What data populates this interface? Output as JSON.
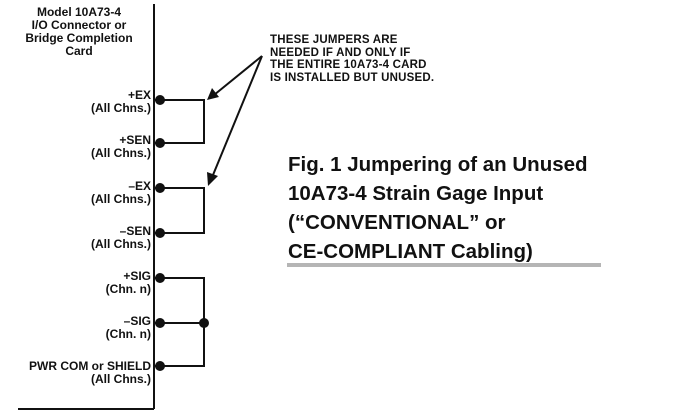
{
  "card": {
    "title_lines": [
      "Model 10A73-4",
      "I/O Connector or",
      "Bridge Completion",
      "Card"
    ]
  },
  "terminals": [
    {
      "signal": "+EX",
      "scope": "(All Chns.)"
    },
    {
      "signal": "+SEN",
      "scope": "(All Chns.)"
    },
    {
      "signal": "–EX",
      "scope": "(All Chns.)"
    },
    {
      "signal": "–SEN",
      "scope": "(All Chns.)"
    },
    {
      "signal": "+SIG",
      "scope": "(Chn. n)"
    },
    {
      "signal": "–SIG",
      "scope": "(Chn. n)"
    },
    {
      "signal": "PWR COM or SHIELD",
      "scope": "(All Chns.)"
    }
  ],
  "note_lines": [
    "THESE JUMPERS ARE",
    "NEEDED IF AND ONLY IF",
    "THE ENTIRE 10A73-4 CARD",
    "IS INSTALLED BUT UNUSED."
  ],
  "figure_caption_lines": [
    "Fig. 1  Jumpering of an Unused",
    "10A73-4 Strain Gage Input",
    "(“CONVENTIONAL” or",
    "CE-COMPLIANT Cabling)"
  ],
  "colors": {
    "ink": "#111111",
    "caption_rule": "#b5b5b5"
  }
}
